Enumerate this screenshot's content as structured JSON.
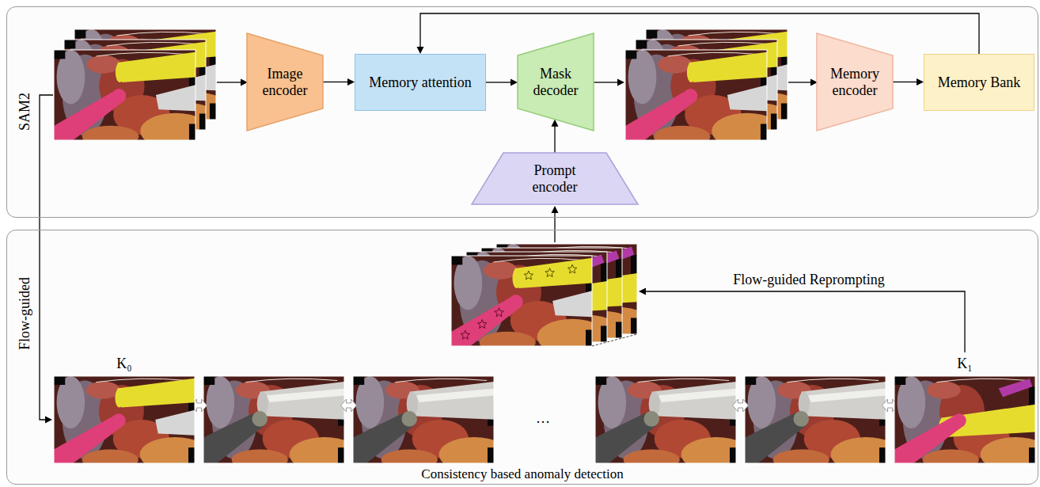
{
  "diagram": {
    "nodes": [
      {
        "text": [
          "SAM2"
        ]
      },
      {
        "text": [
          "Image encoder"
        ],
        "in": 0
      },
      {
        "text": [
          "Memory attention"
        ],
        "in": 0
      },
      {
        "text": [
          "Mask decoder"
        ],
        "in": 0
      },
      {
        "text": [
          "Memory encoder"
        ],
        "in": 0
      },
      {
        "text": [
          "Memory Bank"
        ],
        "in": 0
      },
      {
        "text": [
          "Prompt encoder"
        ],
        "in": 0
      },
      {
        "text": [
          "Flow-guided"
        ]
      },
      {
        "text": [
          "K₀"
        ],
        "in": 7
      },
      {
        "text": [
          "K₁"
        ],
        "in": 7
      }
    ],
    "edges": [
      {
        "from": 1,
        "to": 2,
        "arrow": "to"
      },
      {
        "from": 2,
        "to": 3,
        "arrow": "to"
      },
      {
        "from": 4,
        "to": 5,
        "arrow": "to"
      },
      {
        "from": 5,
        "to": 2,
        "arrow": "to"
      },
      {
        "from": 6,
        "to": 3,
        "arrow": "to"
      }
    ],
    "labels": [
      "Flow-guided Reprompting",
      "…",
      "Consistency based anomaly detection"
    ]
  }
}
